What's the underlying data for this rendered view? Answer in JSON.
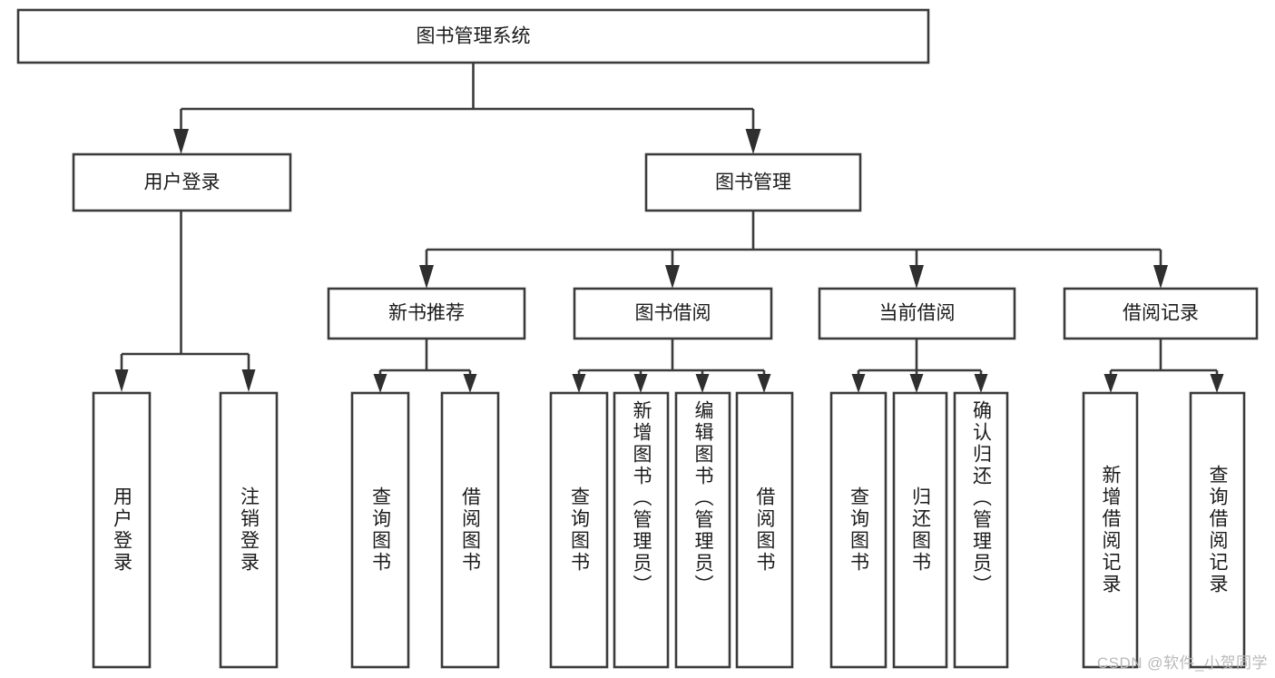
{
  "diagram": {
    "title": "图书管理系统",
    "type": "tree-hierarchy-diagram",
    "colors": {
      "box_stroke": "#3b3b3b",
      "box_fill": "#ffffff",
      "connector": "#3b3b3b",
      "text": "#1b1b1b",
      "background": "#ffffff",
      "watermark": "#b9b9b9"
    },
    "root": {
      "label": "图书管理系统"
    },
    "level2": [
      {
        "label": "用户登录"
      },
      {
        "label": "图书管理"
      }
    ],
    "level3": [
      {
        "label": "新书推荐"
      },
      {
        "label": "图书借阅"
      },
      {
        "label": "当前借阅"
      },
      {
        "label": "借阅记录"
      }
    ],
    "leaves": {
      "user_login": [
        {
          "label": "用户登录"
        },
        {
          "label": "注销登录"
        }
      ],
      "new_book_recommend": [
        {
          "label": "查询图书"
        },
        {
          "label": "借阅图书"
        }
      ],
      "book_borrow": [
        {
          "label": "查询图书"
        },
        {
          "label": "新增图书（管理员）"
        },
        {
          "label": "编辑图书（管理员）"
        },
        {
          "label": "借阅图书"
        }
      ],
      "current_borrow": [
        {
          "label": "查询图书"
        },
        {
          "label": "归还图书"
        },
        {
          "label": "确认归还（管理员）"
        }
      ],
      "borrow_record": [
        {
          "label": "新增借阅记录"
        },
        {
          "label": "查询借阅记录"
        }
      ]
    }
  },
  "watermark": {
    "text": "CSDN @软件_小贺同学"
  }
}
